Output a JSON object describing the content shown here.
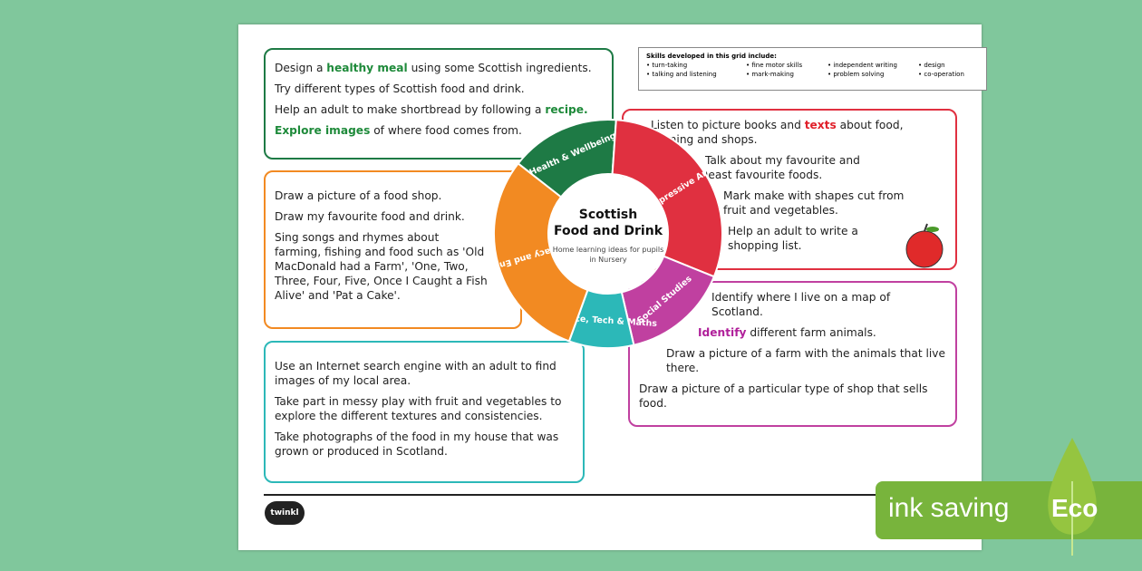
{
  "skills": {
    "title": "Skills developed in this grid include:",
    "items": [
      "turn-taking",
      "fine motor skills",
      "independent writing",
      "design",
      "talking and listening",
      "mark-making",
      "problem solving",
      "co-operation"
    ]
  },
  "health": {
    "l1a": "Design a ",
    "l1b": "healthy meal",
    "l1c": " using some Scottish ingredients.",
    "l2": "Try different types of Scottish food and drink.",
    "l3a": "Help an adult to make shortbread by following a ",
    "l3b": "recipe.",
    "l4a": "Explore images",
    "l4b": " of where food comes from."
  },
  "literacy": {
    "items": [
      "Draw a picture of a food shop.",
      "Draw my favourite food and drink.",
      "Sing songs and rhymes about farming, fishing and food such as 'Old MacDonald had a Farm', 'One, Two, Three, Four, Five, Once I Caught a Fish Alive' and 'Pat a Cake'."
    ]
  },
  "science": {
    "items": [
      "Use an Internet search engine with an adult to find images of my local area.",
      "Take part in messy play with fruit and vegetables to explore the different textures and consistencies.",
      "Take photographs of the food in my house that was grown or produced in Scotland."
    ]
  },
  "arts": {
    "l1a": "Listen to picture books and ",
    "l1b": "texts",
    "l1c": " about food, farming and shops.",
    "l2": "Talk about my favourite and least favourite foods.",
    "l3": "Mark make with shapes cut from fruit and vegetables.",
    "l4": "Help an adult to write a shopping list."
  },
  "social": {
    "l1": "Identify where I live on a map of Scotland.",
    "l2a": "Identify",
    "l2b": " different farm animals.",
    "l3": "Draw a picture of a farm with the animals that live there.",
    "l4": "Draw a picture of a particular type of shop that sells food."
  },
  "wheel": {
    "title1": "Scottish",
    "title2": "Food and Drink",
    "subtitle": "Home learning ideas for pupils in Nursery",
    "segments": [
      {
        "label": "Health & Wellbeing",
        "color": "#1e7a45",
        "start": -52,
        "end": 4
      },
      {
        "label": "Expressive Arts",
        "color": "#e03040",
        "start": 4,
        "end": 112
      },
      {
        "label": "Social Studies",
        "color": "#c040a0",
        "start": 112,
        "end": 167
      },
      {
        "label": "Science, Tech & Maths",
        "color": "#2cb8b8",
        "start": 167,
        "end": 200
      },
      {
        "label": "Literacy and English",
        "color": "#f28a22",
        "start": 200,
        "end": 308
      }
    ]
  },
  "logo": "twinkl",
  "eco": {
    "ink": "ink saving",
    "eco": "Eco"
  }
}
